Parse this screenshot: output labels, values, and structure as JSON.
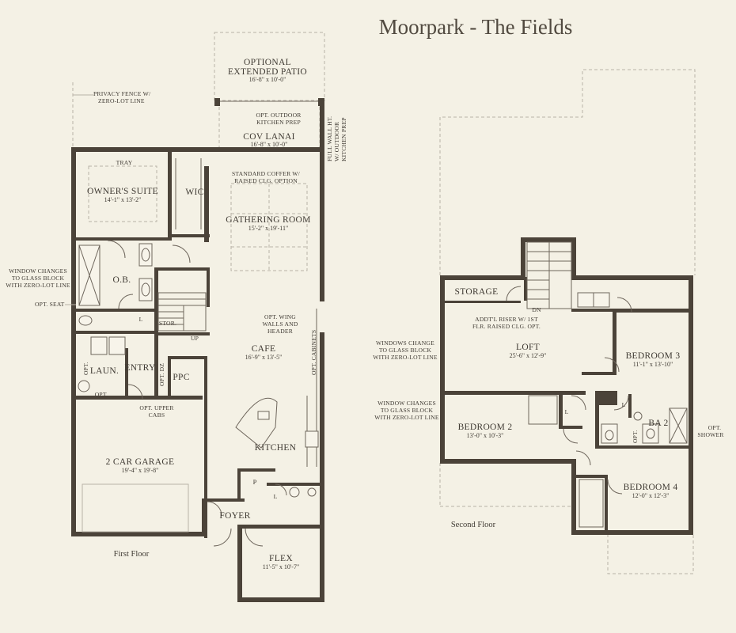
{
  "title": "Moorpark - The Fields",
  "floors": {
    "first": "First Floor",
    "second": "Second Floor"
  },
  "first_floor": {
    "optional_patio": {
      "line1": "OPTIONAL",
      "line2": "EXTENDED PATIO",
      "dim": "16'-8\" x 10'-0\""
    },
    "opt_outdoor_kitchen": {
      "line1": "OPT. OUTDOOR",
      "line2": "KITCHEN PREP"
    },
    "cov_lanai": {
      "label": "COV LANAI",
      "dim": "16'-8\" x 10'-0\""
    },
    "full_wall_note": {
      "line1": "FULL WALL HT.",
      "line2": "W/ OUTDOOR",
      "line3": "KITCHEN PREP"
    },
    "privacy_fence": {
      "line1": "PRIVACY FENCE W/",
      "line2": "ZERO-LOT LINE"
    },
    "tray": "TRAY",
    "owners_suite": {
      "label": "OWNER'S SUITE",
      "dim": "14'-1\" x 13'-2\""
    },
    "wic": "WIC",
    "standard_coffer": {
      "line1": "STANDARD COFFER W/",
      "line2": "RAISED CLG. OPTION"
    },
    "gathering_room": {
      "label": "GATHERING ROOM",
      "dim": "15'-2\" x 19'-11\""
    },
    "window_glass_block": {
      "line1": "WINDOW CHANGES",
      "line2": "TO GLASS BLOCK",
      "line3": "WITH ZERO-LOT LINE"
    },
    "ob": "O.B.",
    "opt_seat": "OPT. SEAT",
    "l_ob": "L",
    "stor": "STOR.",
    "up": "UP",
    "opt_wing_walls": {
      "line1": "OPT. WING",
      "line2": "WALLS AND",
      "line3": "HEADER"
    },
    "cafe": {
      "label": "CAFE",
      "dim": "16'-9\" x 13'-5\""
    },
    "opt_cabinets": "OPT. CABINETS",
    "opt_left": "OPT.",
    "laun": "LAUN.",
    "entry": "ENTRY",
    "opt_dz": "OPT. DZ",
    "ppc": "PPC",
    "opt_below": "OPT.",
    "opt_upper_cabs": {
      "line1": "OPT. UPPER",
      "line2": "CABS"
    },
    "kitchen": "KITCHEN",
    "garage": {
      "label": "2 CAR GARAGE",
      "dim": "19'-4\" x 19'-8\""
    },
    "pantry": "P",
    "l_foyer": "L",
    "foyer": "FOYER",
    "flex": {
      "label": "FLEX",
      "dim": "11'-5\" x 10'-7\""
    }
  },
  "second_floor": {
    "storage": "STORAGE",
    "dn": "DN",
    "addtl_riser": {
      "line1": "ADDT'L RISER W/ 1ST",
      "line2": "FLR. RAISED CLG. OPT."
    },
    "windows_change": {
      "line1": "WINDOWS CHANGE",
      "line2": "TO GLASS BLOCK",
      "line3": "WITH ZERO-LOT LINE"
    },
    "loft": {
      "label": "LOFT",
      "dim": "25'-6\" x 12'-9\""
    },
    "bedroom3": {
      "label": "BEDROOM 3",
      "dim": "11'-1\" x 13'-10\""
    },
    "window_changes": {
      "line1": "WINDOW CHANGES",
      "line2": "TO GLASS BLOCK",
      "line3": "WITH ZERO-LOT LINE"
    },
    "bedroom2": {
      "label": "BEDROOM 2",
      "dim": "13'-0\" x 10'-3\""
    },
    "l_hall": "L",
    "l_ba": "L",
    "opt_ba": "OPT.",
    "ba2": "BA 2",
    "opt_shower": {
      "line1": "OPT.",
      "line2": "SHOWER"
    },
    "bedroom4": {
      "label": "BEDROOM 4",
      "dim": "12'-0\" x 12'-3\""
    }
  }
}
